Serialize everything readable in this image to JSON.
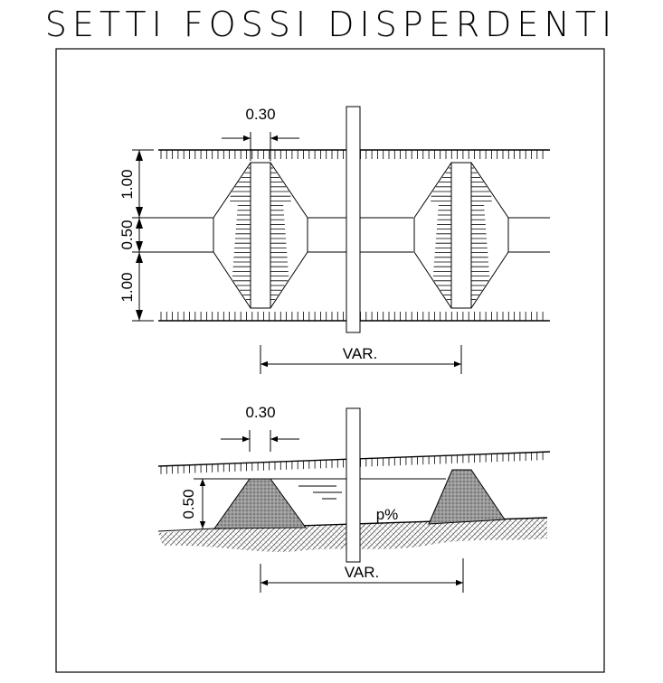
{
  "title": "SETTI FOSSI DISPERDENTI",
  "plan_view": {
    "setto_width_label": "0.30",
    "upper_height_label": "1.00",
    "channel_width_label": "0.50",
    "lower_height_label": "1.00",
    "spacing_label": "VAR."
  },
  "section_view": {
    "setto_width_label": "0.30",
    "height_label": "0.50",
    "slope_label": "p%",
    "spacing_label": "VAR."
  }
}
